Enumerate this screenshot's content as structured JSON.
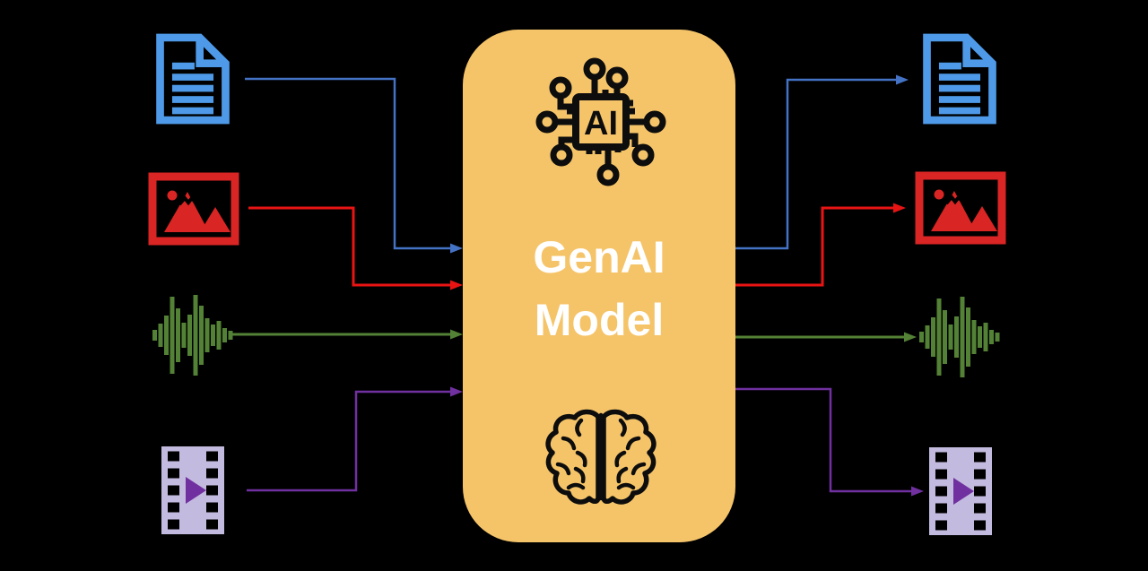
{
  "diagram": {
    "name": "genai-multimodal-model-diagram",
    "model": {
      "label_line1": "GenAI",
      "label_line2": "Model",
      "chip_label": "AI"
    },
    "icons": {
      "model_top": "ai-chip-icon",
      "model_bottom": "brain-icon",
      "inputs": [
        "document-icon",
        "image-icon",
        "audio-waveform-icon",
        "video-film-icon"
      ],
      "outputs": [
        "document-icon",
        "image-icon",
        "audio-waveform-icon",
        "video-film-icon"
      ]
    },
    "colors": {
      "background": "#000000",
      "model_box_fill": "#F5C469",
      "model_text": "#FFFFFF",
      "icon_ink": "#0D0D0D",
      "text_line_blue": "#4472C4",
      "document_icon_blue": "#4E9AE8",
      "image_line_red": "#E81414",
      "image_icon_red": "#D92523",
      "audio_green": "#538135",
      "video_purple": "#7030A0",
      "film_strip_fill": "#C3BADF"
    }
  }
}
